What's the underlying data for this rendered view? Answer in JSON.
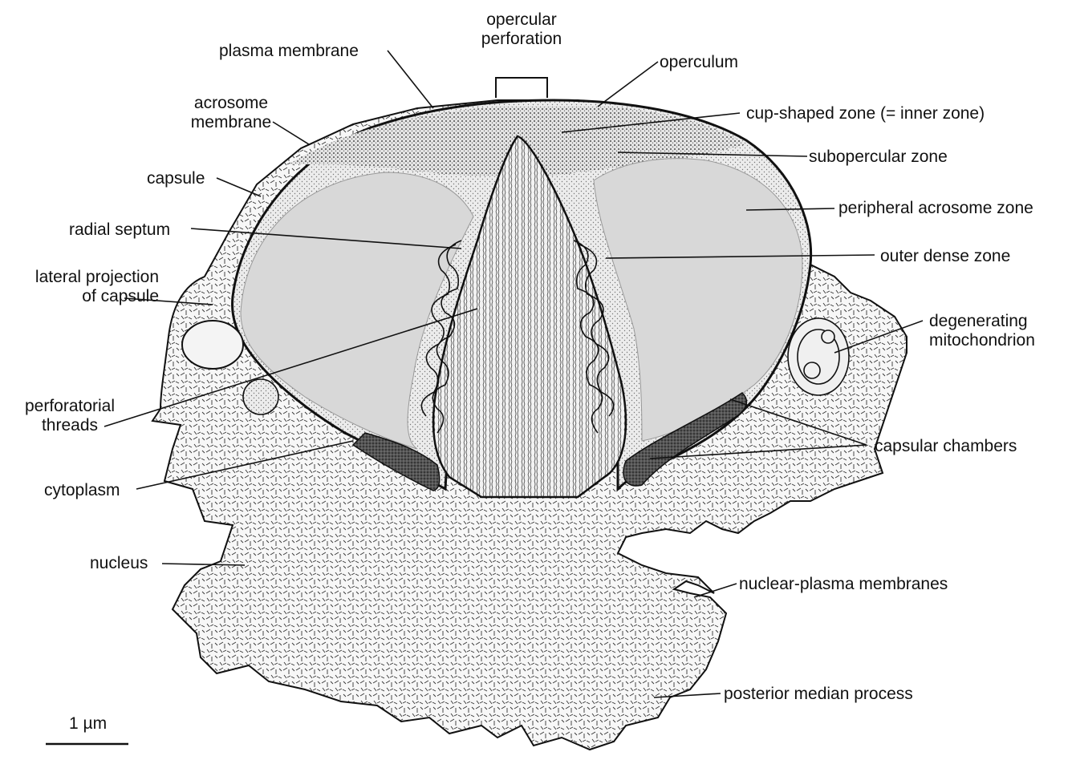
{
  "labels": {
    "opercular_perforation": "opercular\nperforation",
    "plasma_membrane": "plasma membrane",
    "operculum": "operculum",
    "acrosome_membrane": "acrosome\nmembrane",
    "cup_shaped_zone": "cup-shaped zone (= inner zone)",
    "subopercular_zone": "subopercular zone",
    "capsule": "capsule",
    "peripheral_acrosome_zone": "peripheral acrosome zone",
    "radial_septum": "radial septum",
    "outer_dense_zone": "outer dense zone",
    "lateral_projection": "lateral projection\nof capsule",
    "degenerating_mitochondrion": "degenerating\nmitochondrion",
    "perforatorial_threads": "perforatorial\nthreads",
    "capsular_chambers": "capsular chambers",
    "cytoplasm": "cytoplasm",
    "nucleus": "nucleus",
    "nuclear_plasma_membranes": "nuclear-plasma membranes",
    "posterior_median_process": "posterior median process"
  },
  "scale_bar": {
    "label": "1 µm"
  },
  "colors": {
    "ink": "#111111",
    "paper": "#ffffff"
  }
}
